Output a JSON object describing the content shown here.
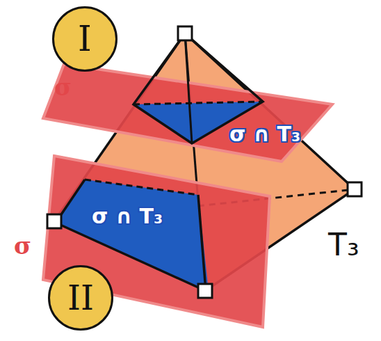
{
  "diagram": {
    "nodes": [
      {
        "text": [
          "I"
        ]
      },
      {
        "text": [
          "II"
        ]
      }
    ],
    "labels": [
      "σ",
      "σ ∩ T₃",
      "σ",
      "σ ∩ T₃",
      "T₃"
    ]
  }
}
